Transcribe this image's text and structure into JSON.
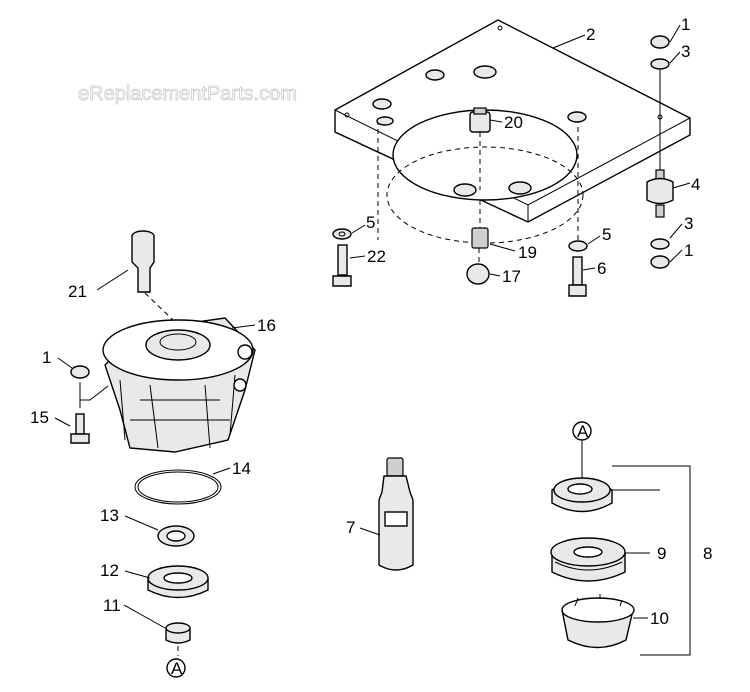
{
  "watermark": "eReplacementParts.com",
  "callouts": {
    "c1a": "1",
    "c2": "2",
    "c3a": "3",
    "c20": "20",
    "c4": "4",
    "c5a": "5",
    "c22": "22",
    "c19": "19",
    "c5b": "5",
    "c3b": "3",
    "c1b": "1",
    "c17": "17",
    "c6": "6",
    "c21": "21",
    "c16": "16",
    "c1c": "1",
    "c15": "15",
    "c14": "14",
    "c13": "13",
    "c12": "12",
    "c11": "11",
    "c7": "7",
    "c9": "9",
    "c8": "8",
    "c10": "10"
  },
  "ref_markers": {
    "top": "A",
    "bottom": "A"
  }
}
